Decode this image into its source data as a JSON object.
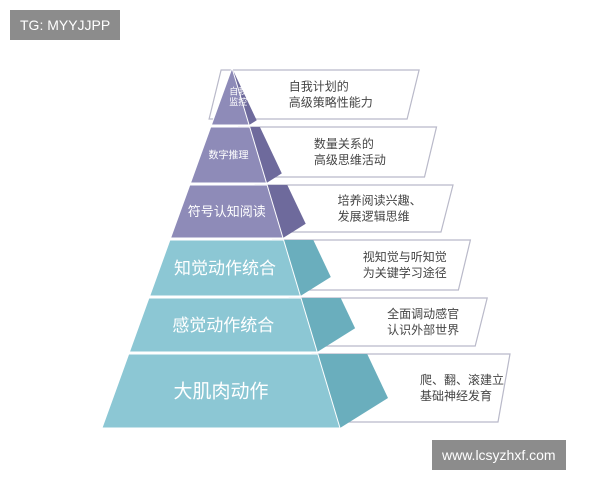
{
  "watermark_top": "TG: MYYJJPP",
  "watermark_bottom": "www.lcsyzhxf.com",
  "colors": {
    "purple_front": "#8e8bb8",
    "purple_side": "#6e6a9c",
    "teal_front": "#8cc7d4",
    "teal_side": "#6aaebd",
    "card_border": "#b9b9c9",
    "label_text": "#444444"
  },
  "levels": [
    {
      "name": "自我\n监控",
      "description": [
        "自我计划的",
        "高级策略性能力"
      ],
      "tone": "purple"
    },
    {
      "name": "数字推理",
      "description": [
        "数量关系的",
        "高级思维活动"
      ],
      "tone": "purple"
    },
    {
      "name": "符号认知阅读",
      "description": [
        "培养阅读兴趣、",
        "发展逻辑思维"
      ],
      "tone": "purple"
    },
    {
      "name": "知觉动作统合",
      "description": [
        "视知觉与听知觉",
        "为关键学习途径"
      ],
      "tone": "teal"
    },
    {
      "name": "感觉动作统合",
      "description": [
        "全面调动感官",
        "认识外部世界"
      ],
      "tone": "teal"
    },
    {
      "name": "大肌肉动作",
      "description": [
        "爬、翻、滚建立",
        "基础神经发育"
      ],
      "tone": "teal"
    }
  ]
}
